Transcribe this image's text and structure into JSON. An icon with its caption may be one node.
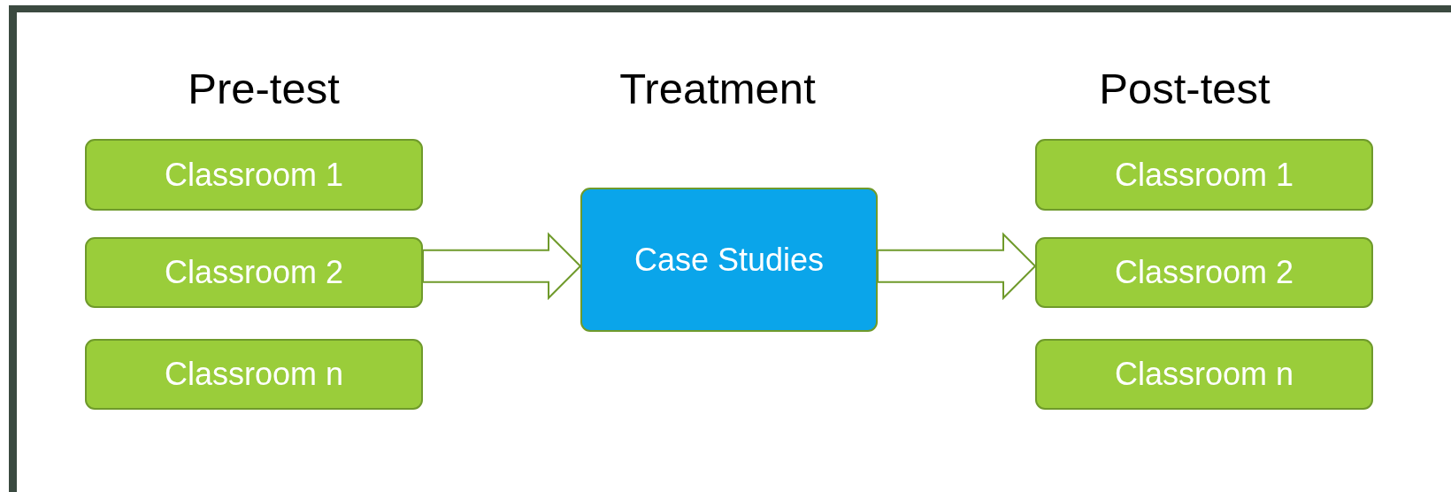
{
  "diagram": {
    "nodes": [
      {
        "text": [
          "Classroom 1"
        ]
      },
      {
        "text": [
          "Classroom 2"
        ]
      },
      {
        "text": [
          "Classroom n"
        ]
      },
      {
        "text": [
          "Case Studies"
        ]
      },
      {
        "text": [
          "Classroom 1"
        ]
      },
      {
        "text": [
          "Classroom 2"
        ]
      },
      {
        "text": [
          "Classroom n"
        ]
      }
    ],
    "edges": [
      {
        "from": 1,
        "to": 3,
        "arrow": "to"
      },
      {
        "from": 3,
        "to": 5,
        "arrow": "to"
      }
    ],
    "labels": [
      "Pre-test",
      "Treatment",
      "Post-test"
    ]
  }
}
